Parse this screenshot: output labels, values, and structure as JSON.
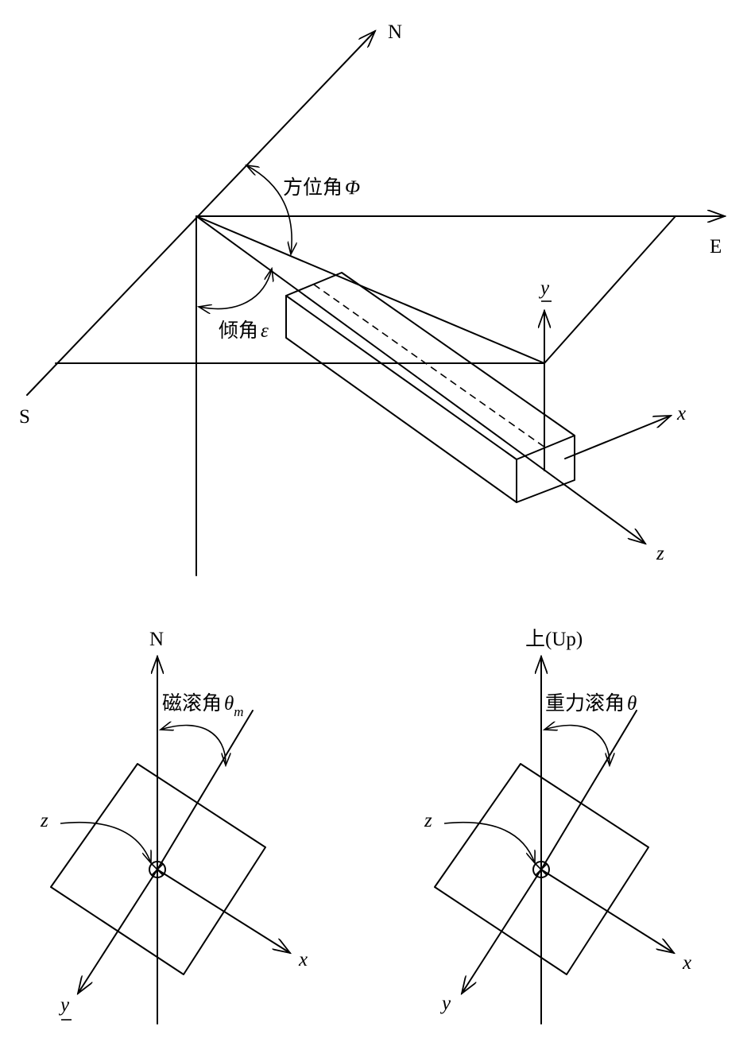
{
  "top": {
    "north": "N",
    "south": "S",
    "east": "E",
    "azimuth_label": "方位角",
    "azimuth_symbol": "Φ",
    "inclination_label": "倾角",
    "inclination_symbol": "ε",
    "axis_x": "x",
    "axis_y": "y",
    "axis_z": "z"
  },
  "left": {
    "north": "N",
    "roll_label": "磁滚角",
    "roll_symbol": "θ",
    "roll_sub": "m",
    "axis_x": "x",
    "axis_y": "y",
    "axis_z": "z"
  },
  "right": {
    "up": "上(Up)",
    "roll_label": "重力滚角",
    "roll_symbol": "θ",
    "axis_x": "x",
    "axis_y": "y",
    "axis_z": "z"
  }
}
